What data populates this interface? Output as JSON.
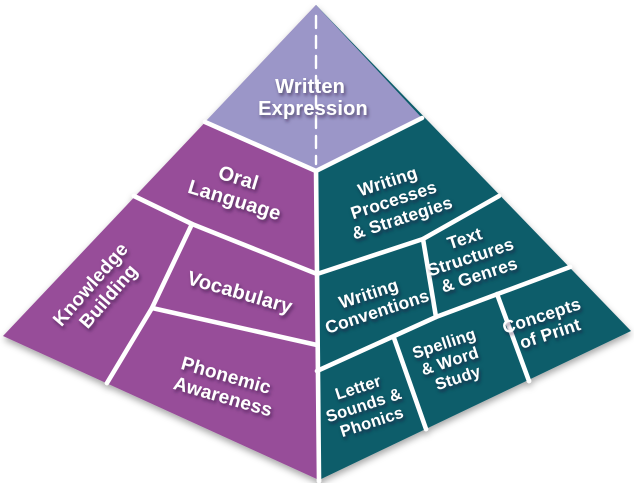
{
  "colors": {
    "background": "#ffffff",
    "apex_fill": "#9b96c8",
    "left_face_fill": "#974d99",
    "right_face_fill": "#0d5d6b",
    "divider": "#ffffff",
    "label_text": "#ffffff"
  },
  "pyramid": {
    "apex": {
      "lines": [
        "Written",
        "Expression"
      ]
    },
    "left_face": {
      "oral_language": {
        "lines": [
          "Oral",
          "Language"
        ]
      },
      "knowledge_building": {
        "lines": [
          "Knowledge",
          "Building"
        ]
      },
      "vocabulary": {
        "lines": [
          "Vocabulary"
        ]
      },
      "phonemic_awareness": {
        "lines": [
          "Phonemic",
          "Awareness"
        ]
      }
    },
    "right_face": {
      "writing_processes": {
        "lines": [
          "Writing",
          "Processes",
          "& Strategies"
        ]
      },
      "text_structures": {
        "lines": [
          "Text",
          "Structures",
          "& Genres"
        ]
      },
      "writing_conventions": {
        "lines": [
          "Writing",
          "Conventions"
        ]
      },
      "letter_sounds": {
        "lines": [
          "Letter",
          "Sounds &",
          "Phonics"
        ]
      },
      "spelling_word_study": {
        "lines": [
          "Spelling",
          "& Word",
          "Study"
        ]
      },
      "concepts_of_print": {
        "lines": [
          "Concepts",
          "of Print"
        ]
      }
    }
  }
}
